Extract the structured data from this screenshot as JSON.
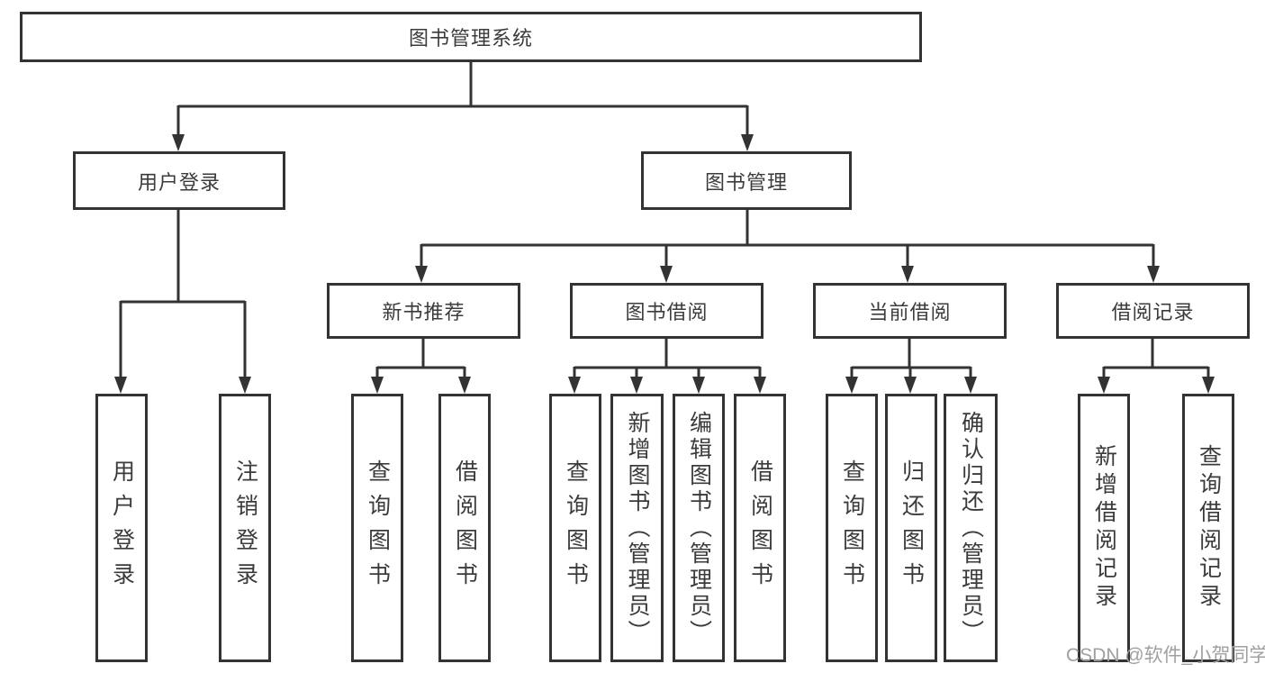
{
  "diagram": {
    "root": {
      "label": "图书管理系统"
    },
    "level1": [
      {
        "label": "用户登录"
      },
      {
        "label": "图书管理"
      }
    ],
    "level2": [
      {
        "label": "新书推荐"
      },
      {
        "label": "图书借阅"
      },
      {
        "label": "当前借阅"
      },
      {
        "label": "借阅记录"
      }
    ],
    "leaves": {
      "user_login": [
        "用户登录",
        "注销登录"
      ],
      "new_books": [
        "查询图书",
        "借阅图书"
      ],
      "book_borrow": [
        "查询图书",
        "新增图书（管理员）",
        "编辑图书（管理员）",
        "借阅图书"
      ],
      "current_borrow": [
        "查询图书",
        "归还图书",
        "确认归还（管理员）"
      ],
      "borrow_records": [
        "新增借阅记录",
        "查询借阅记录"
      ]
    },
    "colors": {
      "line": "#333333",
      "text": "#3b3b3b",
      "box_background": "#ffffff",
      "watermark": "#a0a0a0"
    },
    "watermark": "CSDN @软件_小贺同学"
  }
}
